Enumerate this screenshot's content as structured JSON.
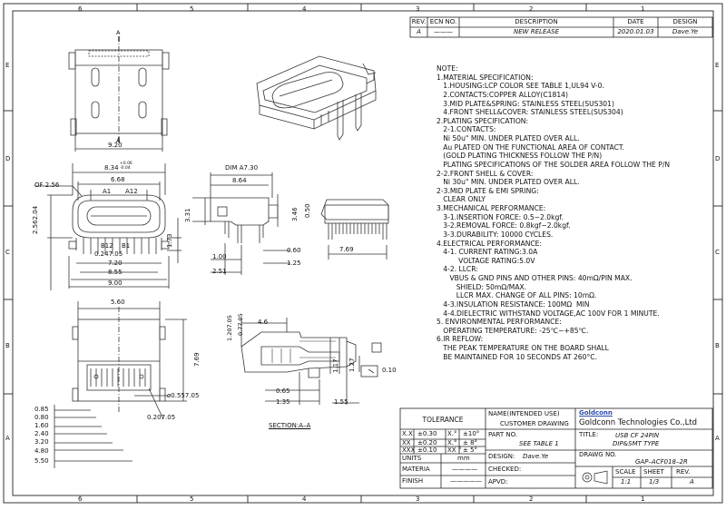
{
  "border": {
    "top_cols": [
      "6",
      "5",
      "4",
      "3",
      "2",
      "1"
    ],
    "bottom_cols": [
      "6",
      "5",
      "4",
      "3",
      "2",
      "1"
    ],
    "left_rows": [
      "E",
      "D",
      "C",
      "B",
      "A"
    ],
    "right_rows": [
      "E",
      "D",
      "C",
      "B",
      "A"
    ]
  },
  "revision": {
    "headers": {
      "rev": "REV.",
      "ecn": "ECN NO.",
      "desc": "DESCRIPTION",
      "date": "DATE",
      "design": "DESIGN"
    },
    "row": {
      "rev": "A",
      "ecn": "———",
      "desc": "NEW RELEASE",
      "date": "2020.01.03",
      "design": "Dave.Ye"
    }
  },
  "notes": [
    "NOTE:",
    "1.MATERIAL SPECIFICATION:",
    "   1.HOUSING:LCP COLOR SEE TABLE 1,UL94 V-0.",
    "   2.CONTACTS:COPPER ALLOY(C1814)",
    "   3.MID PLATE&SPRING: STAINLESS STEEL(SUS301)",
    "   4.FRONT SHELL&COVER: STAINLESS STEEL(SUS304)",
    "2.PLATING SPECIFICATION:",
    "   2-1.CONTACTS:",
    "   Ni 50u\" MIN. UNDER PLATED OVER ALL.",
    "   Au PLATED ON THE FUNCTIONAL AREA OF CONTACT.",
    "   (GOLD PLATING THICKNESS FOLLOW THE P/N)",
    "   PLATING SPECIFICATIONS OF THE SOLDER AREA FOLLOW THE P/N",
    "2-2.FRONT SHELL & COVER:",
    "   Ni 30u\" MIN. UNDER PLATED OVER ALL.",
    "2-3.MID PLATE & EMI SPRING:",
    "   CLEAR ONLY",
    "3.MECHANICAL PERFORMANCE:",
    "   3-1.INSERTION FORCE: 0.5~2.0kgf.",
    "   3-2.REMOVAL FORCE: 0.8kgf~2.0kgf.",
    "   3-3.DURABILITY: 10000 CYCLES.",
    "4.ELECTRICAL PERFORMANCE:",
    "   4-1. CURRENT RATING:3.0A",
    "          VOLTAGE RATING:5.0V",
    "   4-2. LLCR:",
    "      VBUS & GND PINS AND OTHER PINS: 40mΩ/PIN MAX.",
    "         SHIELD: 50mΩ/MAX.",
    "         LLCR MAX. CHANGE OF ALL PINS: 10mΩ.",
    "   4-3.INSULATION RESISTANCE: 100MΩ  MIN",
    "   4-4.DIELECTRIC WITHSTAND VOLTAGE,AC 100V FOR 1 MINUTE.",
    "5. ENVIRONMENTAL PERFORMANCE:",
    "   OPERATING TEMPERATURE: -25℃~+85℃.",
    "6.IR REFLOW:",
    "   THE PEAK TEMPERATURE ON THE BOARD SHALL",
    "   BE MAINTAINED FOR 10 SECONDS AT 260°C."
  ],
  "dims": {
    "A_top": "A",
    "A_bot": "A",
    "d920": "9.20",
    "d834": "8.34",
    "d834_tol": "+0.06\n-0.04",
    "d668": "6.68",
    "d256": "OF 2.56",
    "A1": "A1",
    "A12": "A12",
    "B12": "B12",
    "B1": "B1",
    "d0247": "0.247.05",
    "d720": "7.20",
    "d855": "8.55",
    "d900": "9.00",
    "d256v": "2.562.04",
    "d173": "1.73",
    "dimA": "DIM A7.30",
    "d864": "8.64",
    "d331": "3.31",
    "d346": "3.46",
    "d050": "0.50",
    "d100": "1.00",
    "d060": "0.60",
    "d251": "2.51",
    "d125": "1.25",
    "d769r": "7.69",
    "d560": "5.60",
    "d769": "7.69",
    "d0557": "ø0.557.05",
    "d0207": "0.207.05",
    "d085": "0.85",
    "d080": "0.80",
    "d160": "1.60",
    "d240": "2.40",
    "d320": "3.20",
    "d480": "4.80",
    "d550": "5.50",
    "d46": "4.6",
    "d120": "1.207.05",
    "d077": "0.77.05",
    "d117": "1.17",
    "d127": "1.27",
    "d065": "0.65",
    "d135": "1.35",
    "d155": "1.55",
    "d010": "0.10",
    "section": "SECTION:A–A"
  },
  "title_block": {
    "tolerance": "TOLERANCE",
    "tol_rows": [
      {
        "a": "X.X",
        "b": "±0.30",
        "c": "X.°",
        "d": "±10°"
      },
      {
        "a": "XX",
        "b": "±0.20",
        "c": "X.°",
        "d": "±  8°"
      },
      {
        "a": "XXX",
        "b": "±0.10",
        "c": "XX °",
        "d": "±  5°"
      }
    ],
    "units_label": "UNITS",
    "units_value": "mm",
    "material_label": "MATERIA",
    "material_value": "————",
    "finish_label": "FINISH",
    "finish_value": "—————",
    "name_label": "NAME(INTENDED USE)",
    "name_value": "CUSTOMER DRAWING",
    "part_label": "PART NO.",
    "part_value": "SEE TABLE 1",
    "design_label": "DESIGN:",
    "design_value": "Dave.Ye",
    "check_label": "CHECKED:",
    "apvd_label": "APVD:",
    "company_logo": "Goldconn",
    "company": "Goldconn Technologies Co.,Ltd",
    "title_label": "TITLE:",
    "title_1": "USB CF 24PIN",
    "title_2": "DIP&SMT TYPE",
    "dwg_label": "DRAWG NO.",
    "dwg_value": "GAP–ACF018–2R",
    "scale_label": "SCALE",
    "scale_value": "1:1",
    "sheet_label": "SHEET",
    "sheet_value": "1/3",
    "rev_label": "REV.",
    "rev_value": "A"
  }
}
